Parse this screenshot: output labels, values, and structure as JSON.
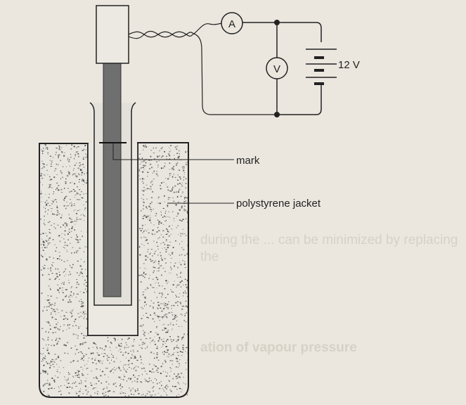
{
  "diagram": {
    "ammeter_label": "A",
    "voltmeter_label": "V",
    "supply_label": "12 V",
    "mark_label": "mark",
    "jacket_label": "polystyrene jacket"
  },
  "show_through_text": [
    "during the ... can be minimized by replacing the",
    "ation of vapour pressure"
  ],
  "colors": {
    "paper": "#ebe7df",
    "ink": "#222222",
    "heater_rod": "#6f6f6f",
    "tube_fill": "#e6e3dc"
  }
}
